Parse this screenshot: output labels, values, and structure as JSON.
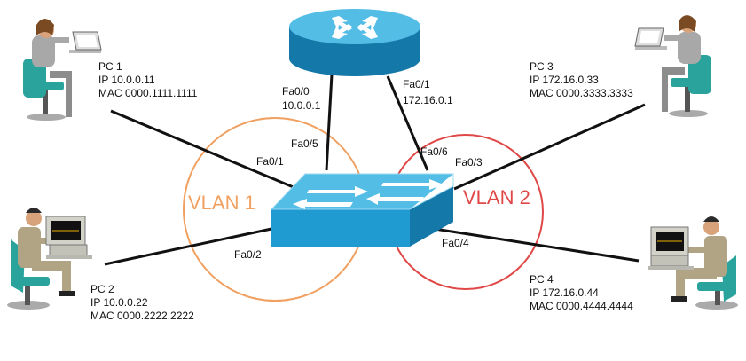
{
  "colors": {
    "vlan1": "#f0a060",
    "vlan2": "#e04848",
    "device_blue": "#1f9bd2",
    "device_light": "#54bde6",
    "device_dark": "#1478a8",
    "link": "#111111",
    "skin": "#d8a27a",
    "suit_khaki": "#b0a484",
    "chair_teal": "#2aa39c"
  },
  "vlans": {
    "vlan1": {
      "label": "VLAN 1"
    },
    "vlan2": {
      "label": "VLAN 2"
    }
  },
  "router": {
    "icon": "router-icon",
    "ports": [
      {
        "name": "Fa0/0",
        "ip": "10.0.0.1"
      },
      {
        "name": "Fa0/1",
        "ip": "172.16.0.1"
      }
    ]
  },
  "switch": {
    "icon": "switch-icon",
    "ports": {
      "fa01": "Fa0/1",
      "fa02": "Fa0/2",
      "fa03": "Fa0/3",
      "fa04": "Fa0/4",
      "fa05": "Fa0/5",
      "fa06": "Fa0/6"
    }
  },
  "hosts": [
    {
      "name": "PC 1",
      "ip": "IP 10.0.0.11",
      "mac": "MAC 0000.1111.1111",
      "icon": "laptop-user-icon"
    },
    {
      "name": "PC 2",
      "ip": "IP 10.0.0.22",
      "mac": "MAC 0000.2222.2222",
      "icon": "desktop-user-icon"
    },
    {
      "name": "PC 3",
      "ip": "IP 172.16.0.33",
      "mac": "MAC 0000.3333.3333",
      "icon": "laptop-user-icon"
    },
    {
      "name": "PC 4",
      "ip": "IP 172.16.0.44",
      "mac": "MAC 0000.4444.4444",
      "icon": "desktop-user-icon"
    }
  ]
}
